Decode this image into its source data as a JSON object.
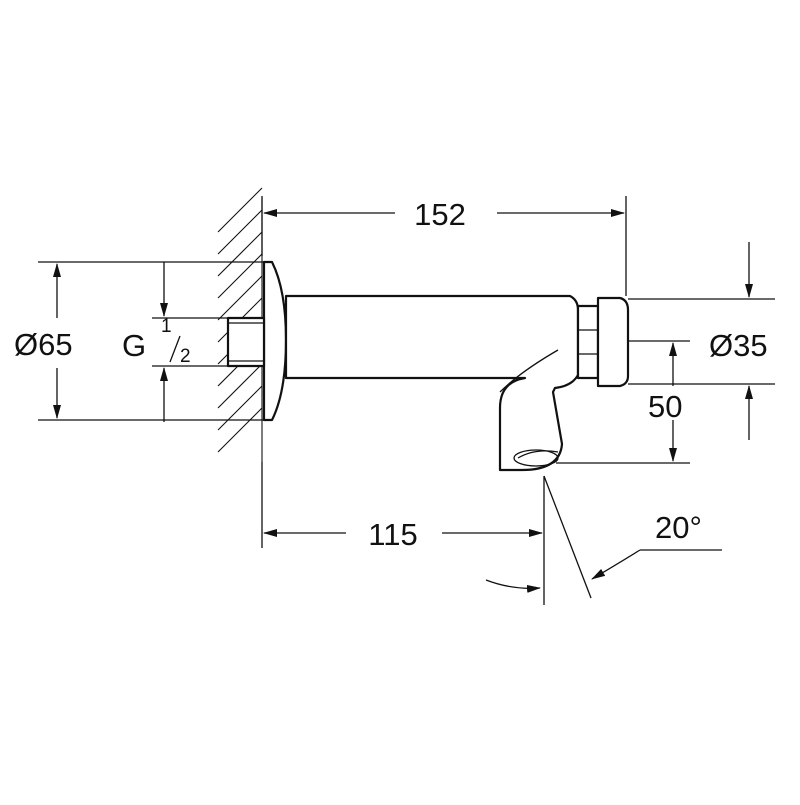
{
  "drawing": {
    "dimensions": {
      "overall_length": "152",
      "outlet_length": "115",
      "flange_diameter": "Ø65",
      "thread_prefix": "G",
      "thread_num": "1",
      "thread_den": "2",
      "button_diameter": "Ø35",
      "outlet_height": "50",
      "spray_angle": "20°"
    }
  }
}
